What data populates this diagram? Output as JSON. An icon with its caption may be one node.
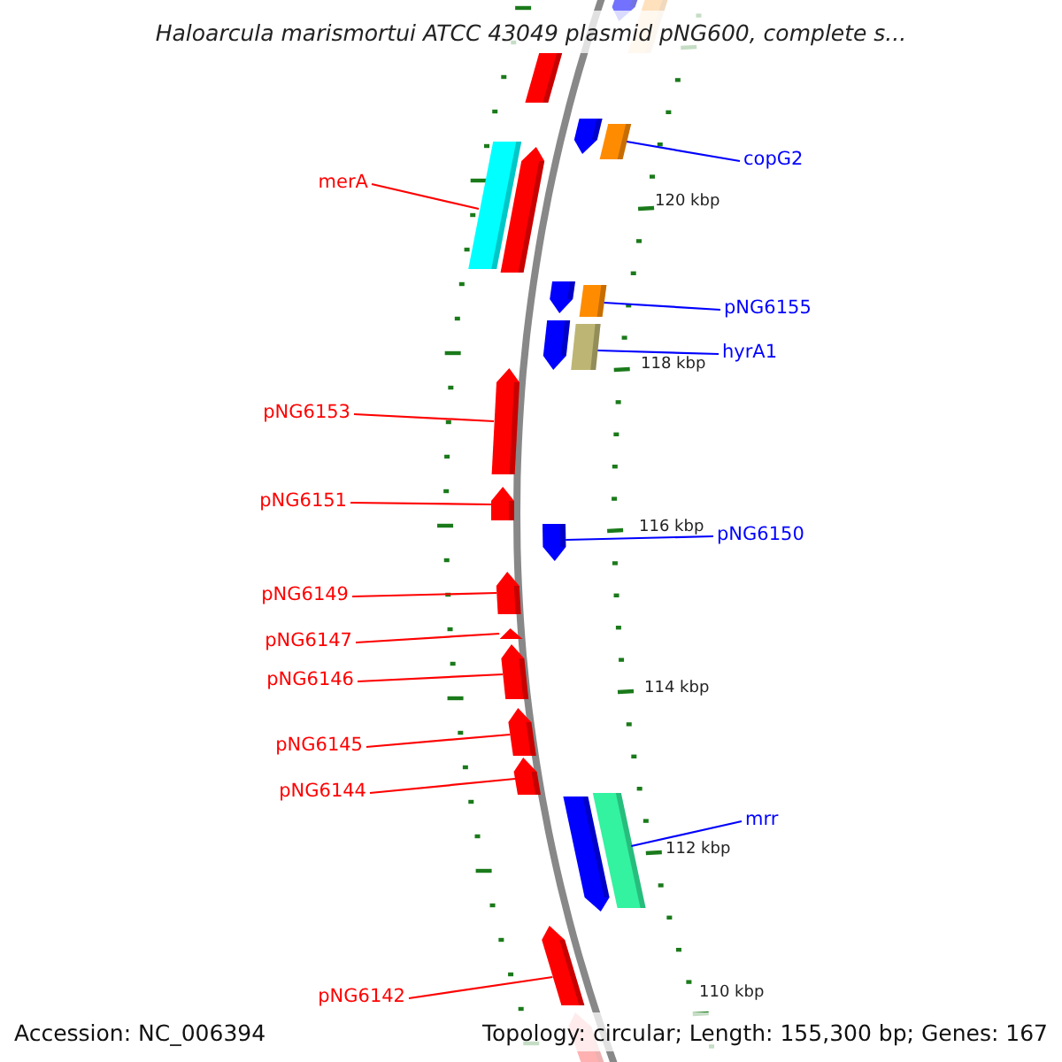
{
  "diagram": {
    "title": "Haloarcula marismortui ATCC 43049 plasmid pNG600, complete s...",
    "nodes": [
      {
        "text": [],
        "shape": "arrow"
      },
      {
        "text": [],
        "shape": "box"
      },
      {
        "text": [],
        "shape": "box"
      },
      {
        "text": [
          "copG2"
        ]
      },
      {
        "text": [],
        "shape": "arrow"
      },
      {
        "text": [],
        "shape": "box"
      },
      {
        "text": [
          "merA"
        ]
      },
      {
        "text": [],
        "shape": "box"
      },
      {
        "text": [],
        "shape": "arrow"
      },
      {
        "text": [],
        "shape": "arrow"
      },
      {
        "text": [],
        "shape": "box"
      },
      {
        "text": [
          "pNG6155"
        ]
      },
      {
        "text": [],
        "shape": "arrow"
      },
      {
        "text": [],
        "shape": "box"
      },
      {
        "text": [
          "hyrA1"
        ]
      },
      {
        "text": [
          "pNG6153"
        ]
      },
      {
        "text": [],
        "shape": "arrow"
      },
      {
        "text": [
          "pNG6151"
        ]
      },
      {
        "text": [],
        "shape": "arrow"
      },
      {
        "text": [],
        "shape": "arrow"
      },
      {
        "text": [
          "pNG6150"
        ]
      },
      {
        "text": [
          "pNG6149"
        ]
      },
      {
        "text": [],
        "shape": "arrow"
      },
      {
        "text": [
          "pNG6147"
        ]
      },
      {
        "text": [],
        "shape": "arrow"
      },
      {
        "text": [
          "pNG6146"
        ]
      },
      {
        "text": [],
        "shape": "arrow"
      },
      {
        "text": [
          "pNG6145"
        ]
      },
      {
        "text": [],
        "shape": "arrow"
      },
      {
        "text": [
          "pNG6144"
        ]
      },
      {
        "text": [],
        "shape": "arrow"
      },
      {
        "text": [],
        "shape": "arrow"
      },
      {
        "text": [],
        "shape": "box"
      },
      {
        "text": [
          "mrr"
        ]
      },
      {
        "text": [
          "pNG6142"
        ]
      },
      {
        "text": [],
        "shape": "arrow"
      },
      {
        "text": [],
        "shape": "arrow"
      }
    ],
    "edges": [
      {
        "from": 3,
        "to": 5,
        "arrow": "none",
        "color": "#0000ff"
      },
      {
        "from": 6,
        "to": 7,
        "arrow": "none",
        "color": "#ff0000"
      },
      {
        "from": 11,
        "to": 10,
        "arrow": "none",
        "color": "#0000ff"
      },
      {
        "from": 14,
        "to": 13,
        "arrow": "none",
        "color": "#0000ff"
      },
      {
        "from": 15,
        "to": 16,
        "arrow": "none",
        "color": "#ff0000"
      },
      {
        "from": 17,
        "to": 18,
        "arrow": "none",
        "color": "#ff0000"
      },
      {
        "from": 20,
        "to": 19,
        "arrow": "none",
        "color": "#0000ff"
      },
      {
        "from": 21,
        "to": 22,
        "arrow": "none",
        "color": "#ff0000"
      },
      {
        "from": 23,
        "to": 24,
        "arrow": "none",
        "color": "#ff0000"
      },
      {
        "from": 25,
        "to": 26,
        "arrow": "none",
        "color": "#ff0000"
      },
      {
        "from": 27,
        "to": 28,
        "arrow": "none",
        "color": "#ff0000"
      },
      {
        "from": 29,
        "to": 30,
        "arrow": "none",
        "color": "#ff0000"
      },
      {
        "from": 33,
        "to": 32,
        "arrow": "none",
        "color": "#0000ff"
      },
      {
        "from": 34,
        "to": 35,
        "arrow": "none",
        "color": "#ff0000"
      }
    ],
    "labels": [
      "120 kbp",
      "118 kbp",
      "116 kbp",
      "114 kbp",
      "112 kbp",
      "110 kbp",
      "Accession: NC_006394",
      "Topology: circular; Length: 155,300 bp; Genes: 167"
    ]
  }
}
